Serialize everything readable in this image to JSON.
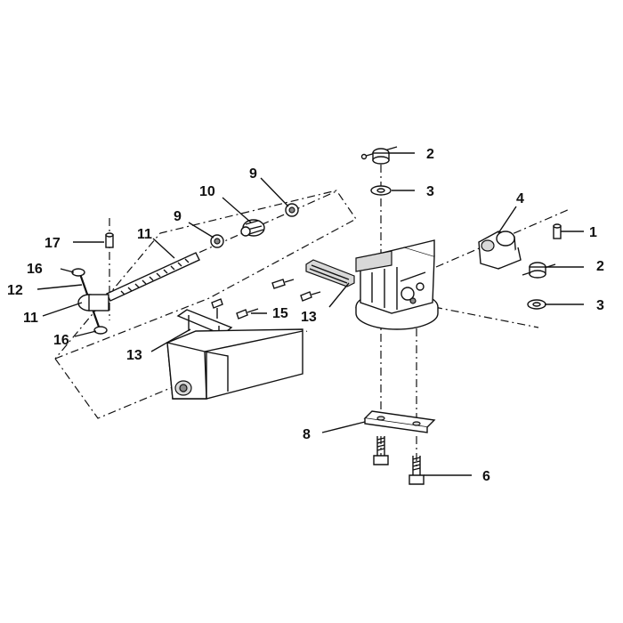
{
  "callouts": [
    {
      "id": "c-2-top",
      "label": "2"
    },
    {
      "id": "c-3-top",
      "label": "3"
    },
    {
      "id": "c-4",
      "label": "4"
    },
    {
      "id": "c-1",
      "label": "1"
    },
    {
      "id": "c-2-right",
      "label": "2"
    },
    {
      "id": "c-3-right",
      "label": "3"
    },
    {
      "id": "c-9-top",
      "label": "9"
    },
    {
      "id": "c-10",
      "label": "10"
    },
    {
      "id": "c-9-mid",
      "label": "9"
    },
    {
      "id": "c-17",
      "label": "17"
    },
    {
      "id": "c-11-top",
      "label": "11"
    },
    {
      "id": "c-16-top",
      "label": "16"
    },
    {
      "id": "c-12",
      "label": "12"
    },
    {
      "id": "c-11-bottom",
      "label": "11"
    },
    {
      "id": "c-16-bottom",
      "label": "16"
    },
    {
      "id": "c-15",
      "label": "15"
    },
    {
      "id": "c-13-right",
      "label": "13"
    },
    {
      "id": "c-13-left",
      "label": "13"
    },
    {
      "id": "c-8",
      "label": "8"
    },
    {
      "id": "c-6",
      "label": "6"
    }
  ]
}
